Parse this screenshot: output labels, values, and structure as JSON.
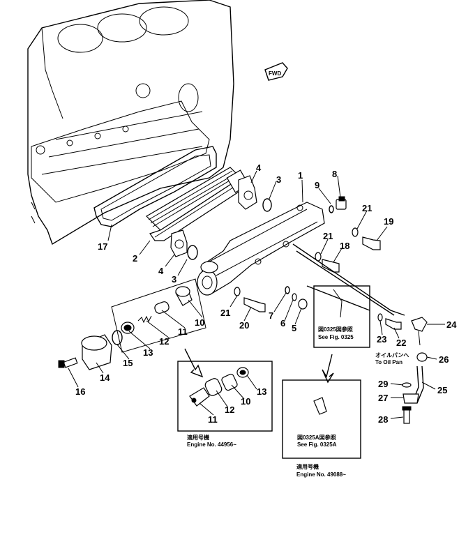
{
  "fwd_label": "FWD",
  "callouts": [
    "1",
    "2",
    "3",
    "3",
    "4",
    "4",
    "5",
    "6",
    "7",
    "8",
    "9",
    "10",
    "10",
    "11",
    "11",
    "12",
    "12",
    "13",
    "13",
    "14",
    "15",
    "16",
    "17",
    "18",
    "19",
    "20",
    "21",
    "21",
    "21",
    "22",
    "23",
    "24",
    "25",
    "26",
    "27",
    "28",
    "29"
  ],
  "notes": {
    "ref_0325_jp": "図0325図参照",
    "ref_0325_en": "See Fig. 0325",
    "ref_0325a_jp": "図0325A図参照",
    "ref_0325a_en": "See Fig. 0325A",
    "oil_pan_jp": "オイルパンへ",
    "oil_pan_en": "To Oil Pan",
    "applicable_a_jp": "適用号機",
    "engine_no_a": "Engine No. 44956~",
    "applicable_b_jp": "適用号機",
    "engine_no_b": "Engine No. 49088~"
  }
}
